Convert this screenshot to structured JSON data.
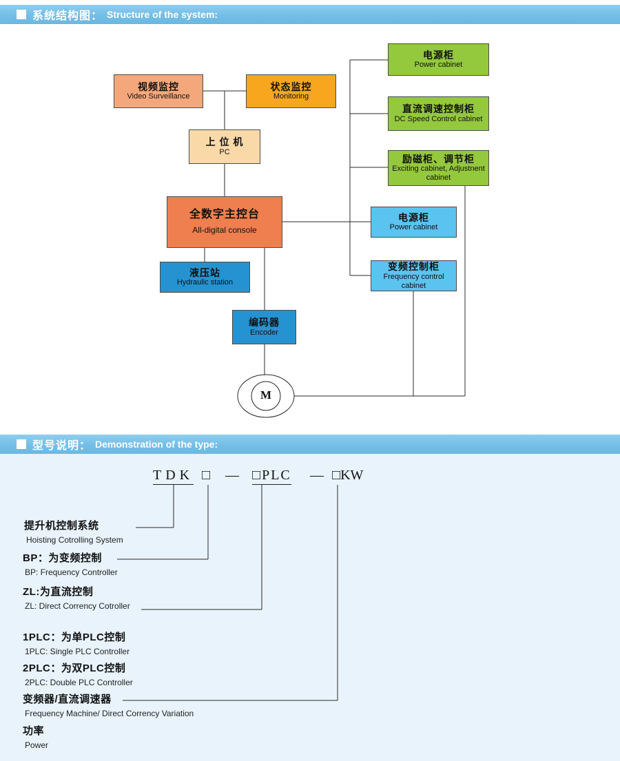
{
  "headers": {
    "structure": {
      "zh": "系统结构图：",
      "en": "Structure of the system:"
    },
    "type": {
      "zh": "型号说明：",
      "en": "Demonstration of the type:"
    }
  },
  "diagram": {
    "boxes": {
      "video": {
        "zh": "视频监控",
        "en": "Video Surveillance"
      },
      "monitoring": {
        "zh": "状态监控",
        "en": "Monitoring"
      },
      "pc": {
        "zh": "上 位 机",
        "en": "PC"
      },
      "console": {
        "zh": "全数字主控台",
        "en": "All-digital console"
      },
      "hydraulic": {
        "zh": "液压站",
        "en": "Hydraulic station"
      },
      "encoder": {
        "zh": "编码器",
        "en": "Encoder"
      },
      "power_green": {
        "zh": "电源柜",
        "en": "Power cabinet"
      },
      "dc_speed": {
        "zh": "直流调速控制柜",
        "en": "DC Speed Control cabinet"
      },
      "exciting": {
        "zh": "励磁柜、调节柜",
        "en": "Exciting cabinet, Adjustnent cabinet"
      },
      "power_cyan": {
        "zh": "电源柜",
        "en": "Power cabinet"
      },
      "freq_ctrl": {
        "zh": "变频控制柜",
        "en": "Frequency control cabinet"
      }
    },
    "motor_label": "M"
  },
  "type_section": {
    "formula": {
      "part1": "TDK",
      "box1": "□",
      "dash1": "—",
      "part2": "□PLC",
      "dash2": "—",
      "part3": "□KW"
    },
    "labels": [
      {
        "zh": "提升机控制系统",
        "en": "Hoisting Cotrolling System"
      },
      {
        "zh": "BP：为变频控制",
        "en": "BP: Frequency Controller"
      },
      {
        "zh": "ZL:为直流控制",
        "en": "ZL: Direct Corrency Cotroller"
      },
      {
        "zh": "1PLC：为单PLC控制",
        "en": "1PLC: Single PLC Controller"
      },
      {
        "zh": "2PLC：为双PLC控制",
        "en": "2PLC: Double PLC Controller"
      },
      {
        "zh": "变频器/直流调速器",
        "en": "Frequency Machine/ Direct Corrency Variation"
      },
      {
        "zh": "功率",
        "en": "Power"
      }
    ]
  },
  "colors": {
    "header_bg": "#74BEE6",
    "video": "#F4A77B",
    "monitoring": "#F8A61E",
    "pc": "#FAD9A9",
    "console": "#EF7F4F",
    "blue_box": "#2593D1",
    "green_box": "#94C83D",
    "cyan_box": "#5BC3EF",
    "type_bg": "#E8F3FB"
  }
}
